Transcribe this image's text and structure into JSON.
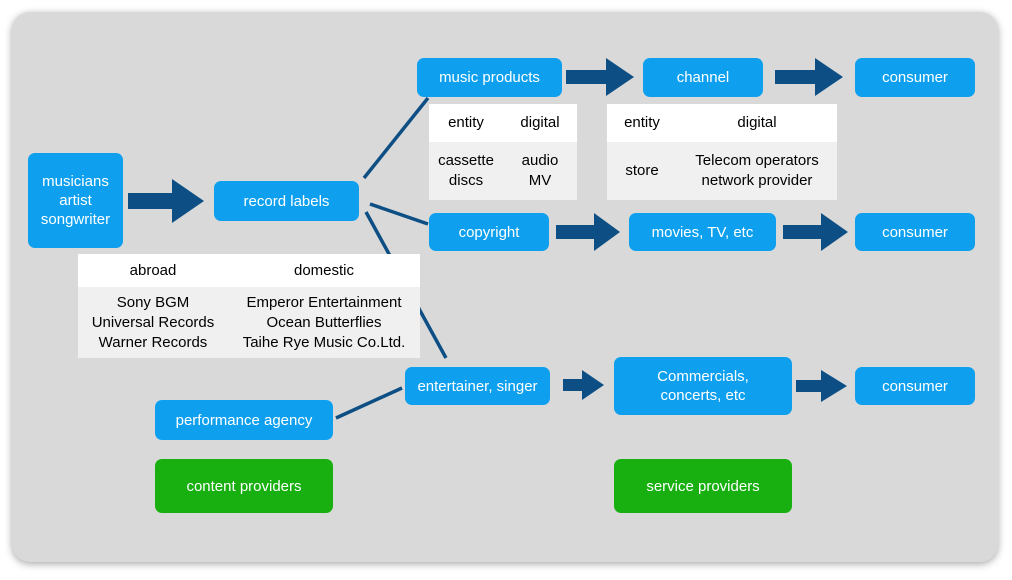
{
  "colors": {
    "node": "#0ea0ef",
    "provider": "#18b010",
    "arrow": "#0d4f84",
    "background": "#d9d9d9"
  },
  "nodes": {
    "musicians": "musicians\nartist\nsongwriter",
    "record_labels": "record labels",
    "music_products": "music products",
    "channel": "channel",
    "consumer_1": "consumer",
    "copyright": "copyright",
    "movies_tv": "movies, TV, etc",
    "consumer_2": "consumer",
    "entertainer": "entertainer, singer",
    "commercials": "Commercials,\nconcerts, etc",
    "consumer_3": "consumer",
    "performance_agency": "performance agency",
    "content_providers": "content providers",
    "service_providers": "service providers"
  },
  "tables": {
    "products": {
      "headers": [
        "entity",
        "digital"
      ],
      "cells": [
        "cassette\ndiscs",
        "audio\nMV"
      ]
    },
    "channel": {
      "headers": [
        "entity",
        "digital"
      ],
      "cells": [
        "store",
        "Telecom operators\nnetwork provider"
      ]
    },
    "labels": {
      "headers": [
        "abroad",
        "domestic"
      ],
      "cells": [
        "Sony BGM\nUniversal Records\nWarner Records",
        "Emperor Entertainment\nOcean Butterflies\nTaihe Rye Music Co.Ltd."
      ]
    }
  }
}
